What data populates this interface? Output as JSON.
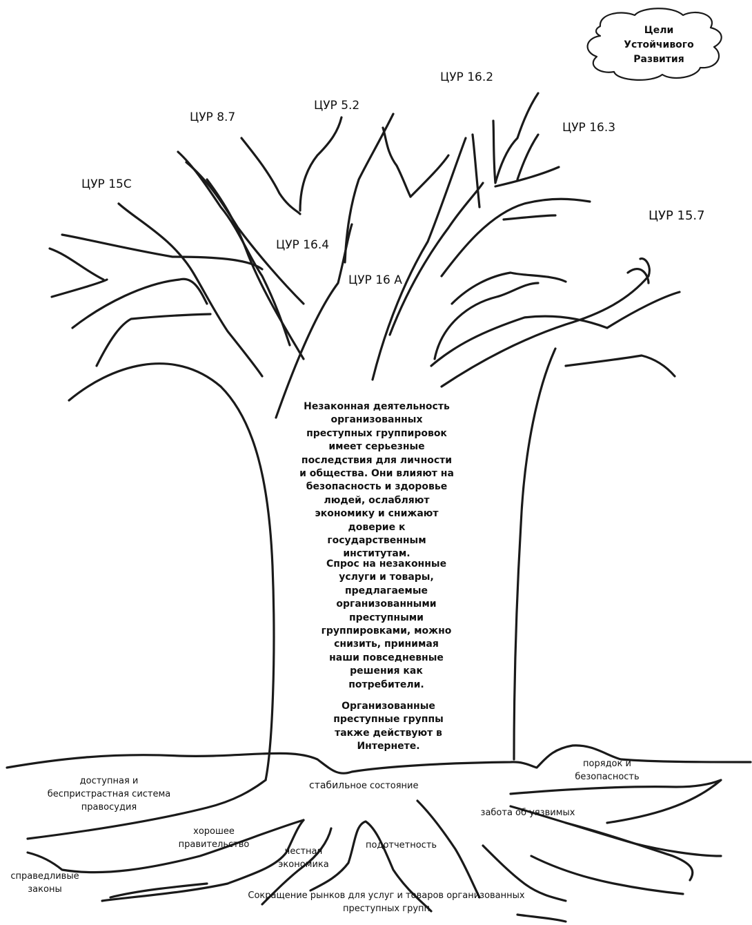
{
  "cloud_title": "Цели Устойчивого Развития",
  "sdg_labels": {
    "sdg_16_2": "ЦУР 16.2",
    "sdg_5_2": "ЦУР 5.2",
    "sdg_8_7": "ЦУР 8.7",
    "sdg_16_3": "ЦУР 16.3",
    "sdg_15c": "ЦУР 15C",
    "sdg_15_7": "ЦУР  15.7",
    "sdg_16_4": "ЦУР 16.4",
    "sdg_16a": "ЦУР 16 A"
  },
  "trunk_text": {
    "paragraph_1": "Незаконная деятельность организованных преступных группировок имеет серьезные последствия для личности и общества. Они влияют на безопасность и здоровье людей, ослабляют экономику и снижают доверие к государственным институтам.",
    "paragraph_2": "Спрос на незаконные услуги и товары, предлагаемые организованными преступными группировками, можно снизить, принимая наши повседневные решения как потребители.",
    "paragraph_3": "Организованные преступные группы также действуют в Интернете."
  },
  "roots": {
    "justice_system": "доступная и беспристрастная система правосудия",
    "stable_state_bold": "стабиль",
    "stable_state_rest": "ное состояние",
    "order_security": "порядок и безопасность",
    "good_government": "хорошее правительство",
    "fair_economy": "честная экономика",
    "accountability": "подотчетность",
    "care_vulnerable": "забота об уязвимых",
    "fair_laws": "справедливые законы",
    "market_reduction": "Сокращение рынков для услуг и товаров организованных преступных групп"
  }
}
